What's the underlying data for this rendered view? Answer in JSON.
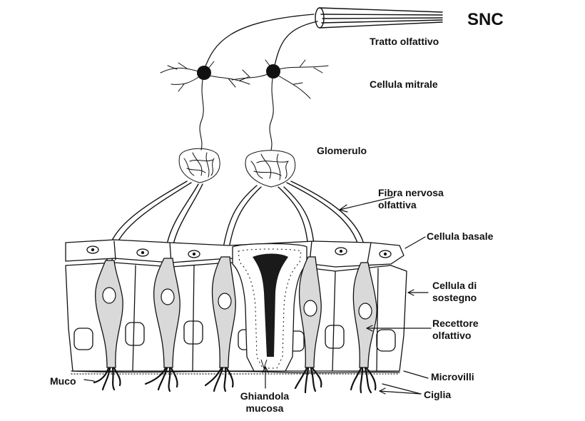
{
  "labels": {
    "snc": "SNC",
    "tratto_olfattivo": "Tratto olfattivo",
    "cellula_mitrale": "Cellula mitrale",
    "glomerulo": "Glomerulo",
    "fibra_nervosa_line1": "Fibra nervosa",
    "fibra_nervosa_line2": "olfattiva",
    "cellula_basale": "Cellula basale",
    "cellula_sostegno_line1": "Cellula di",
    "cellula_sostegno_line2": "sostegno",
    "recettore_line1": "Recettore",
    "recettore_line2": "olfattivo",
    "microvilli": "Microvilli",
    "ciglia": "Ciglia",
    "muco": "Muco",
    "ghiandola_line1": "Ghiandola",
    "ghiandola_line2": "mucosa"
  },
  "colors": {
    "ink": "#111111",
    "background": "#ffffff",
    "receptor_fill": "#d9d9d9",
    "gland_fill": "#1a1a1a"
  }
}
